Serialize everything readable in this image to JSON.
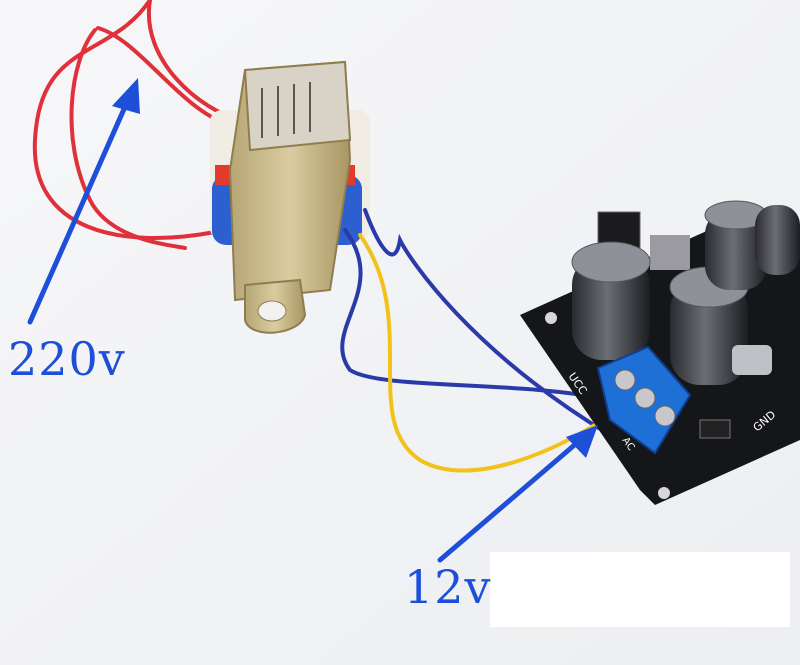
{
  "labels": {
    "primary_voltage": "220v",
    "secondary_voltage": "12v"
  },
  "pcb_text": {
    "ucc": "UCC",
    "gnd": "GND",
    "ac": "AC"
  },
  "colors": {
    "annotation": "#1e4fd8",
    "wire_red": "#e0303a",
    "wire_blue": "#2a3aa8",
    "wire_yellow": "#f2c21a",
    "pcb": "#15161a",
    "terminal": "#1e6fd6",
    "transformer_metal": "#c9b98a"
  }
}
